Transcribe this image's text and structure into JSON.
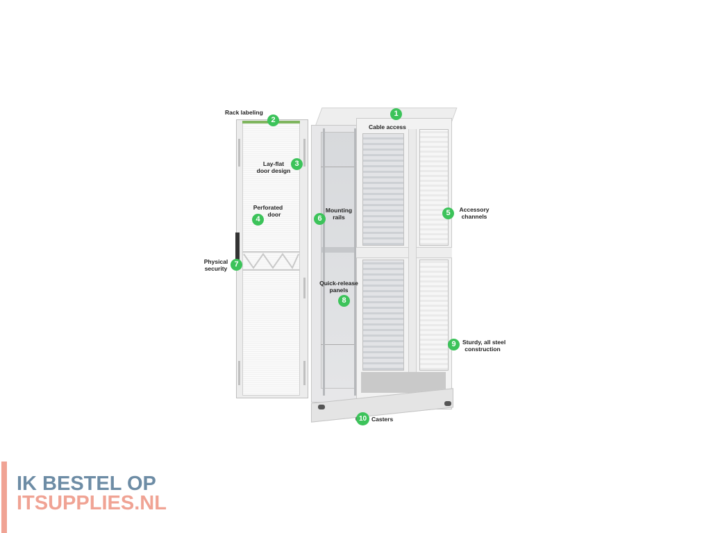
{
  "diagram": {
    "subject": "Server rack enclosure with front door removed",
    "badge_color": "#3cc35a",
    "callouts": [
      {
        "number": "1",
        "label": "Cable access"
      },
      {
        "number": "2",
        "label": "Rack labeling"
      },
      {
        "number": "3",
        "label_line1": "Lay-flat",
        "label_line2": "door design"
      },
      {
        "number": "4",
        "label_line1": "Perforated",
        "label_line2": "door"
      },
      {
        "number": "5",
        "label_line1": "Accessory",
        "label_line2": "channels"
      },
      {
        "number": "6",
        "label_line1": "Mounting",
        "label_line2": "rails"
      },
      {
        "number": "7",
        "label_line1": "Physical",
        "label_line2": "security"
      },
      {
        "number": "8",
        "label_line1": "Quick-release",
        "label_line2": "panels"
      },
      {
        "number": "9",
        "label_line1": "Sturdy, all steel",
        "label_line2": "construction"
      },
      {
        "number": "10",
        "label": "Casters"
      }
    ]
  },
  "watermark": {
    "line1": "IK BESTEL OP",
    "line2": "ITSUPPLIES.NL",
    "color_line1": "#6d8ca5",
    "color_line2": "#f0a394"
  }
}
